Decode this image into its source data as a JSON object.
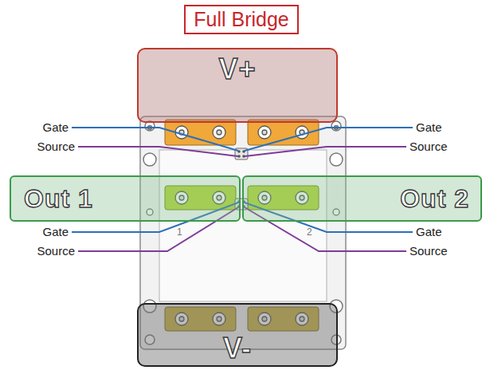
{
  "diagram": {
    "title": "Full Bridge",
    "nodes": [
      {
        "text": [
          "V+"
        ]
      },
      {
        "text": [
          "Out 1"
        ]
      },
      {
        "text": [
          "Out 2"
        ]
      },
      {
        "text": [
          "V-"
        ]
      }
    ],
    "edges": [],
    "labels": [
      "Gate",
      "Source",
      "Gate",
      "Source",
      "1",
      "2",
      "Gate",
      "Source",
      "Gate",
      "Source"
    ]
  }
}
